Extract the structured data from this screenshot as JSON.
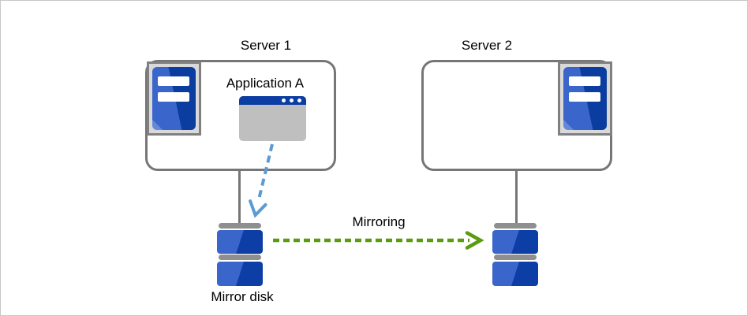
{
  "diagram": {
    "server1": {
      "label": "Server 1",
      "application_label": "Application A"
    },
    "server2": {
      "label": "Server 2"
    },
    "mirroring_label": "Mirroring",
    "mirror_disk_label": "Mirror disk"
  },
  "icons": {
    "server_icon": "server-tower",
    "application_icon": "application-window",
    "disk_icon": "stacked-disk"
  },
  "colors": {
    "canvas_border": "#c6c6c6",
    "box_border": "#767676",
    "icon_frame_fill": "#d9d9d9",
    "icon_frame_border": "#808080",
    "tower_blue_light": "#3a66cc",
    "tower_blue_dark": "#0b3c9f",
    "window_titlebar": "#0c3da2",
    "window_body": "#bfbfbf",
    "disk_bar_gray": "#8f8f8f",
    "disk_blue_light": "#3a66cc",
    "disk_blue_dark": "#0c3ea6",
    "mirroring_arrow_green": "#5a9b0f",
    "app_write_arrow_blue": "#5b9bd5"
  }
}
